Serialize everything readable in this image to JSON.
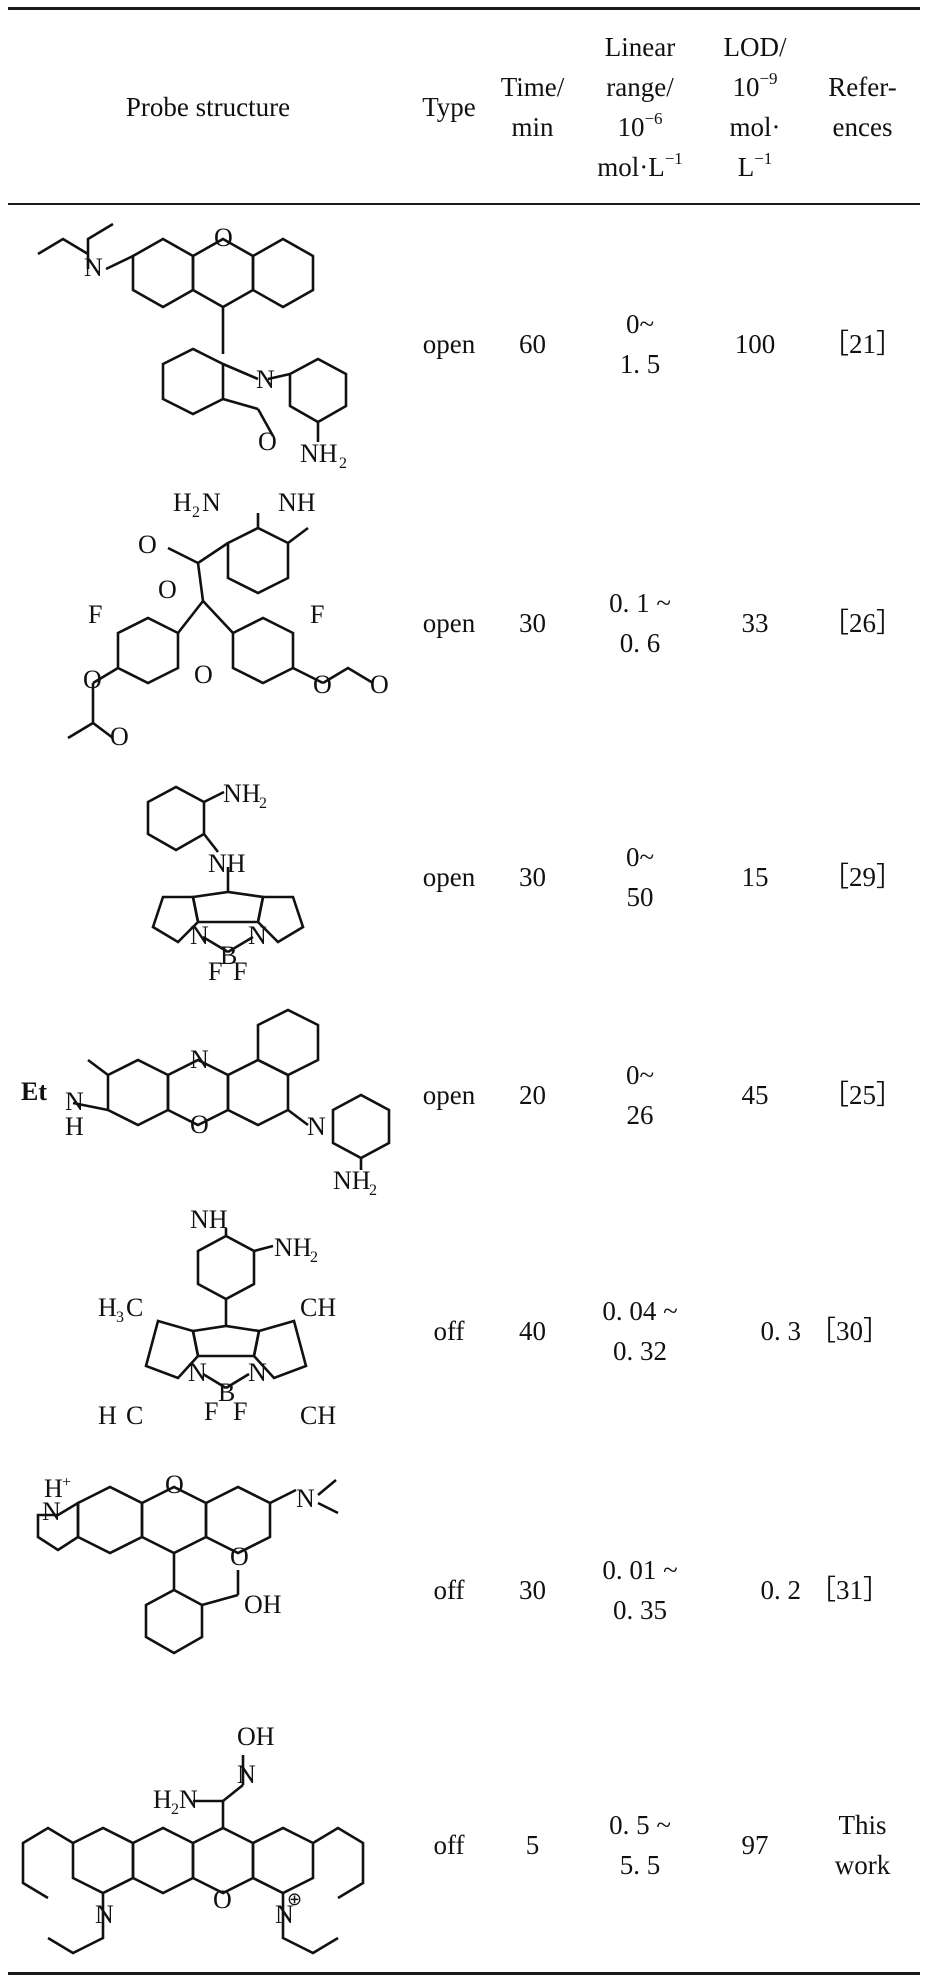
{
  "headers": {
    "probe": "Probe structure",
    "type": "Type",
    "time_1": "Time/",
    "time_2": "min",
    "linear_1": "Linear",
    "linear_2": "range/",
    "linear_3_base": "10",
    "linear_3_exp": "−6",
    "linear_4_base": "mol·L",
    "linear_4_exp": "−1",
    "lod_1": "LOD/",
    "lod_2_base": "10",
    "lod_2_exp": "−9",
    "lod_3": "mol·",
    "lod_4_base": "L",
    "lod_4_exp": "−1",
    "ref_1": "Refer-",
    "ref_2": "ences"
  },
  "rows": [
    {
      "structure_labels": {
        "n1": "N",
        "o": "O",
        "n2": "N",
        "o2": "O",
        "nh2": "NH",
        "sub": "2"
      },
      "type": "open",
      "time": "60",
      "range_1": "0~",
      "range_2": "1. 5",
      "lod": "100",
      "ref": "［21］"
    },
    {
      "structure_labels": {
        "h2n": "H",
        "h2n_sub": "2",
        "h2n_n": "N",
        "nh": "NH",
        "o_c": "O",
        "o_ring": "O",
        "f1": "F",
        "f2": "F",
        "o_mid": "O",
        "o_l": "O",
        "o_r": "O",
        "o_r2": "O",
        "o_l2": "O"
      },
      "type": "open",
      "time": "30",
      "range_1": "0. 1 ~",
      "range_2": "0. 6",
      "lod": "33",
      "ref": "［26］"
    },
    {
      "structure_labels": {
        "nh2": "NH",
        "sub": "2",
        "nh": "NH",
        "n1": "N",
        "b": "B",
        "n2": "N",
        "f1": "F",
        "f2": "F"
      },
      "type": "open",
      "time": "30",
      "range_1": "0~",
      "range_2": "50",
      "lod": "15",
      "ref": "［29］"
    },
    {
      "structure_labels": {
        "n_top": "N",
        "et": "Et",
        "nh_n": "N",
        "nh_h": "H",
        "o": "O",
        "n_imine": "N",
        "nh2": "NH",
        "sub": "2"
      },
      "type": "open",
      "time": "20",
      "range_1": "0~",
      "range_2": "26",
      "lod": "45",
      "ref": "［25］"
    },
    {
      "structure_labels": {
        "nh2a": "NH",
        "nh2b": "NH",
        "sub": "2",
        "h3c1": "H",
        "c1": "C",
        "ch3_1": "CH",
        "n1": "N",
        "b": "B",
        "n2": "N",
        "h3c2": "H",
        "c2": "C",
        "ch3_2": "CH",
        "three": "3",
        "f1": "F",
        "f2": "F"
      },
      "type": "off",
      "time": "40",
      "range_1": "0. 04 ~",
      "range_2": "0. 32",
      "lod": "0. 3",
      "ref": "［30］"
    },
    {
      "structure_labels": {
        "hplus": "H",
        "plus": "+",
        "n1": "N",
        "o": "O",
        "n2": "N",
        "o2": "O",
        "oh": "OH"
      },
      "type": "off",
      "time": "30",
      "range_1": "0. 01 ~",
      "range_2": "0. 35",
      "lod": "0. 2",
      "ref": "［31］"
    },
    {
      "structure_labels": {
        "oh": "OH",
        "h2n": "H",
        "h2n_sub": "2",
        "h2n_n": "N",
        "n_ox": "N",
        "n1": "N",
        "o": "O",
        "n2": "N",
        "oplus": "⊕"
      },
      "type": "off",
      "time": "5",
      "range_1": "0. 5 ~",
      "range_2": "5. 5",
      "lod": "97",
      "ref_1": "This",
      "ref_2": "work"
    }
  ]
}
